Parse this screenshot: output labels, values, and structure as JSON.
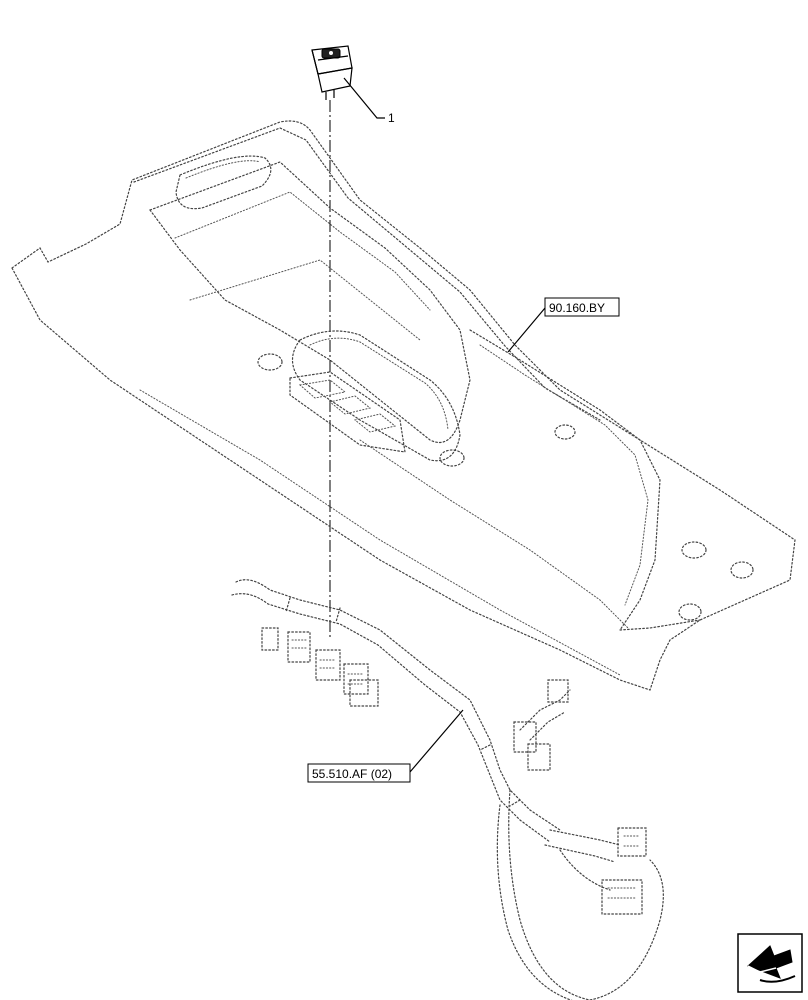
{
  "callouts": {
    "item_1": "1",
    "ref_console": "90.160.BY",
    "ref_harness": "55.510.AF (02)"
  },
  "icons": {
    "nav": "navigation-arrow-icon"
  }
}
